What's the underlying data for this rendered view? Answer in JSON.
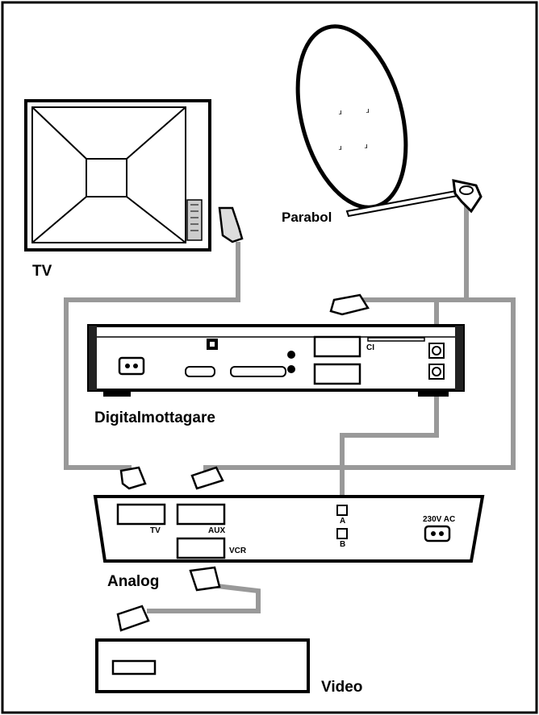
{
  "labels": {
    "tv": "TV",
    "parabol": "Parabol",
    "digital": "Digitalmottagare",
    "analog": "Analog",
    "video": "Video",
    "port_tv": "TV",
    "port_aux": "AUX",
    "port_vcr": "VCR",
    "port_a": "A",
    "port_b": "B",
    "power": "230V AC",
    "ci": "CI"
  },
  "colors": {
    "cable": "#a9a9a9",
    "outline": "#000000",
    "background": "#ffffff",
    "panel_face": "#f2f2f2"
  }
}
